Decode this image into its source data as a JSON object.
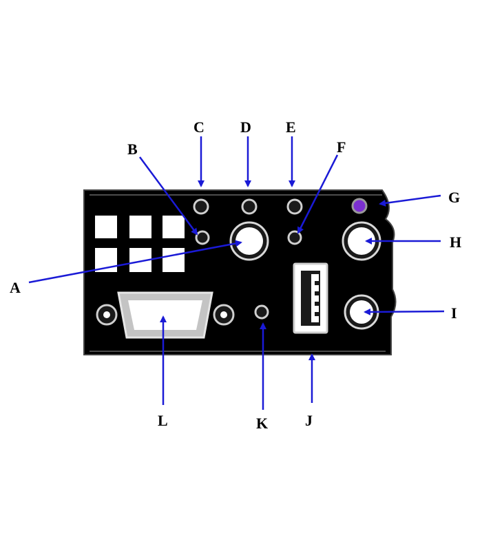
{
  "colors": {
    "background": "#ffffff",
    "panel": "#000000",
    "port_ring": "#d8d8d8",
    "connector_fill": "#c4c4c4",
    "led_purple": "#7b2fd0",
    "arrow": "#1a1ad6",
    "label": "#000000"
  },
  "callouts": [
    {
      "id": "A",
      "label": "A"
    },
    {
      "id": "B",
      "label": "B"
    },
    {
      "id": "C",
      "label": "C"
    },
    {
      "id": "D",
      "label": "D"
    },
    {
      "id": "E",
      "label": "E"
    },
    {
      "id": "F",
      "label": "F"
    },
    {
      "id": "G",
      "label": "G"
    },
    {
      "id": "H",
      "label": "H"
    },
    {
      "id": "I",
      "label": "I"
    },
    {
      "id": "J",
      "label": "J"
    },
    {
      "id": "K",
      "label": "K"
    },
    {
      "id": "L",
      "label": "L"
    }
  ]
}
